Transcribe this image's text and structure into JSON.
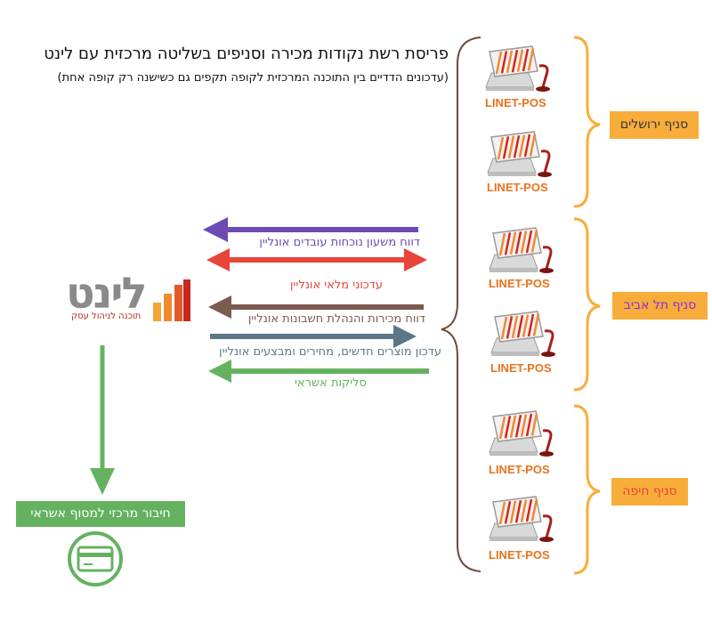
{
  "header": {
    "title": "פריסת רשת נקודות מכירה וסניפים בשליטה מרכזית עם לינט",
    "subtitle": "(עדכונים הדדיים בין התוכנה המרכזית לקופה תקפים גם כשישנה רק קופה אחת)"
  },
  "logo": {
    "text": "לינט",
    "tagline": "תוכנה לניהול עסק"
  },
  "flows": [
    {
      "label": "דווח משעון נוכחות עובדים אונליין",
      "direction": "to-center",
      "color": "#6a4cb4"
    },
    {
      "label": "עדכוני מלאי אונליין",
      "direction": "both",
      "color": "#e8443a"
    },
    {
      "label": "דווח מכירות והנהלת חשבונות אונליין",
      "direction": "to-center",
      "color": "#7d5a4f"
    },
    {
      "label": "עדכון מוצרים חדשים, מחירים ומבצעים אונליין",
      "direction": "to-branches",
      "color": "#5b7787"
    },
    {
      "label": "סליקות אשראי",
      "direction": "to-center",
      "color": "#64b25f"
    }
  ],
  "branches": [
    {
      "label": "סניף ירושלים",
      "label_color": "#333333"
    },
    {
      "label": "סניף תל אביב",
      "label_color": "#8a2be2"
    },
    {
      "label": "סניף חיפה",
      "label_color": "#e8443a"
    }
  ],
  "pos_terminals": [
    {
      "caption": "LINET-POS",
      "icon": "pos-register-icon"
    },
    {
      "caption": "LINET-POS",
      "icon": "pos-register-icon"
    },
    {
      "caption": "LINET-POS",
      "icon": "pos-register-icon"
    },
    {
      "caption": "LINET-POS",
      "icon": "pos-register-icon"
    },
    {
      "caption": "LINET-POS",
      "icon": "pos-register-icon"
    },
    {
      "caption": "LINET-POS",
      "icon": "pos-register-icon"
    }
  ],
  "credit": {
    "label": "חיבור מרכזי למסוף אשראי",
    "icon": "credit-card-icon",
    "color": "#64b25f"
  }
}
